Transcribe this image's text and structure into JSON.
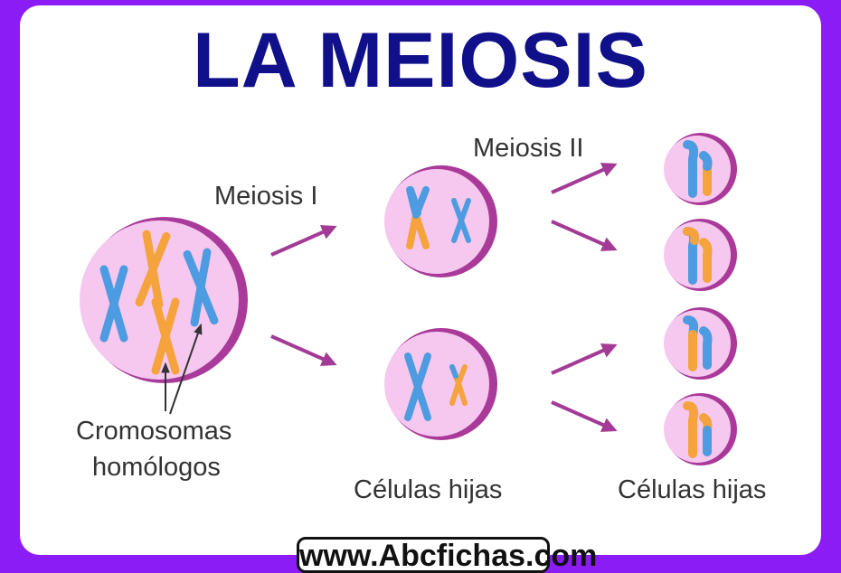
{
  "title": "LA MEIOSIS",
  "labels": {
    "meiosis_1": "Meiosis I",
    "meiosis_2": "Meiosis II",
    "homologous_line1": "Cromosomas",
    "homologous_line2": "homólogos",
    "daughter_cells_1": "Células hijas",
    "daughter_cells_2": "Células hijas"
  },
  "footer": "www.Abcfichas.com",
  "colors": {
    "background": "#8b1cf5",
    "title": "#10108a",
    "cell_fill": "#f6c8f0",
    "cell_rim": "#a93a9a",
    "arrow": "#a33a95",
    "chromosome_blue": "#4d9be0",
    "chromosome_orange": "#f5a33c"
  }
}
